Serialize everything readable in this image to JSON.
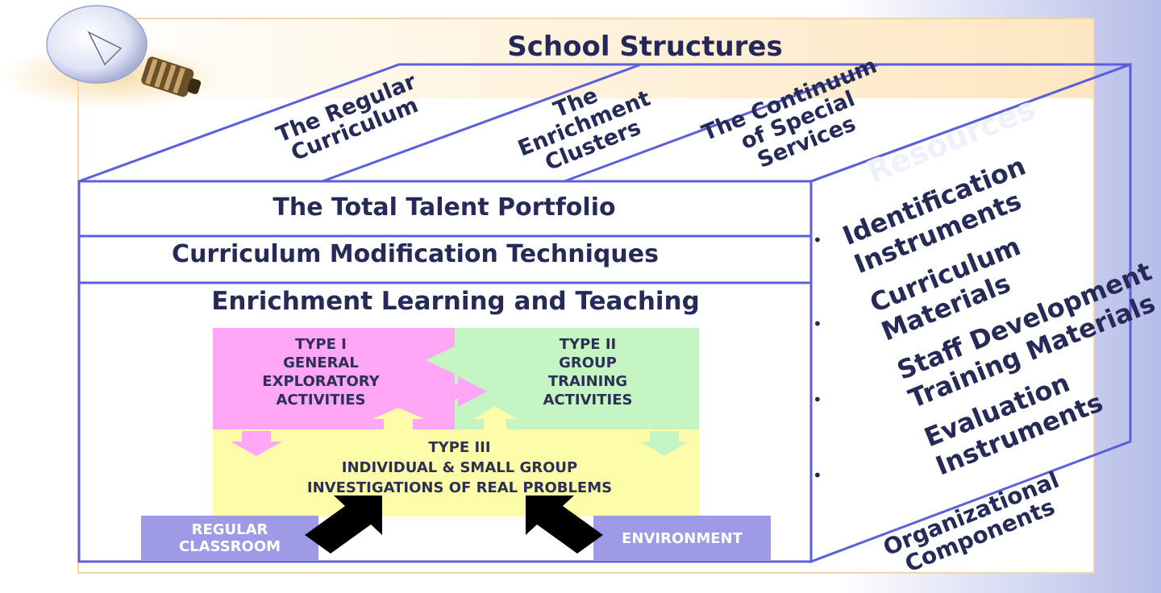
{
  "diagram": {
    "title": "School Structures",
    "top_faces": [
      {
        "line1": "The Regular",
        "line2": "Curriculum"
      },
      {
        "line1": "The",
        "line2": "Enrichment",
        "line3": "Clusters"
      },
      {
        "line1": "The Continuum",
        "line2": "of Special",
        "line3": "Services"
      }
    ],
    "watermark": "Resources",
    "front_bands": [
      "The Total Talent Portfolio",
      "Curriculum Modification Techniques",
      "Enrichment Learning and Teaching"
    ],
    "types": {
      "type1": {
        "line1": "TYPE I",
        "line2": "GENERAL",
        "line3": "EXPLORATORY",
        "line4": "ACTIVITIES"
      },
      "type2": {
        "line1": "TYPE II",
        "line2": "GROUP",
        "line3": "TRAINING",
        "line4": "ACTIVITIES"
      },
      "type3": {
        "line1": "TYPE III",
        "line2": "INDIVIDUAL & SMALL GROUP",
        "line3": "INVESTIGATIONS OF REAL PROBLEMS"
      }
    },
    "bottom_tabs": {
      "regular_line1": "REGULAR",
      "regular_line2": "CLASSROOM",
      "environment": "ENVIRONMENT"
    },
    "side_list": [
      {
        "line1": "Identification",
        "line2": "Instruments"
      },
      {
        "line1": "Curriculum",
        "line2": "Materials"
      },
      {
        "line1": "Staff Development",
        "line2": "Training Materials"
      },
      {
        "line1": "Evaluation",
        "line2": "Instruments"
      }
    ],
    "side_footer": {
      "line1": "Organizational",
      "line2": "Components"
    },
    "bullet": "•",
    "colors": {
      "outline": "#5b5fdc",
      "type1": "#ffa6f7",
      "type2": "#c6f5c4",
      "type3": "#fdfca8",
      "tab": "#9f9ae6",
      "text": "#262a57"
    }
  }
}
